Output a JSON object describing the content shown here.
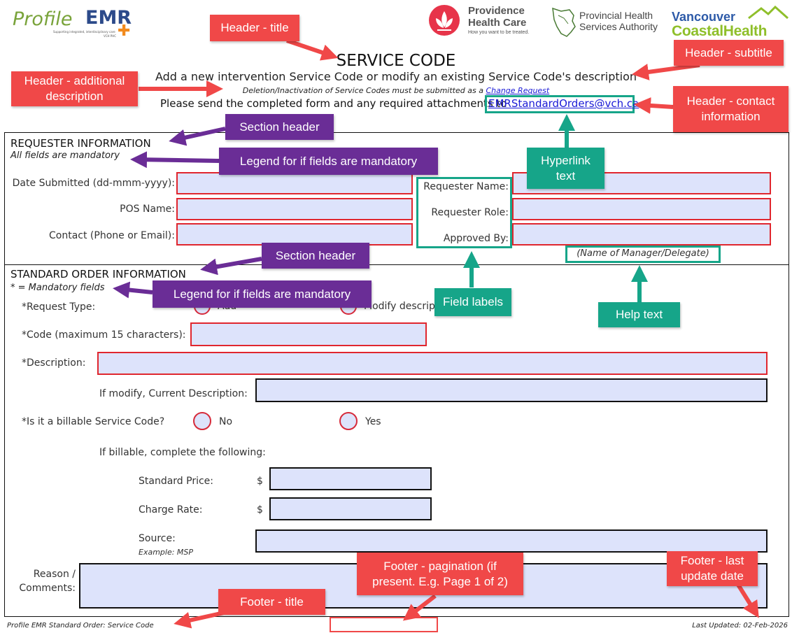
{
  "logos": {
    "profile": {
      "main": "Profile",
      "emr": "EMR",
      "tagline": "Supporting integrated, interdisciplinary care",
      "tagline2": "VCH PHC"
    },
    "providence": {
      "line1": "Providence",
      "line2": "Health Care",
      "tagline": "How you want to be treated."
    },
    "phsa": {
      "line1": "Provincial Health",
      "line2": "Services Authority"
    },
    "vch": {
      "line1": "Vancouver",
      "line2": "CoastalHealth"
    }
  },
  "header": {
    "title": "SERVICE CODE",
    "subtitle": "Add a new intervention Service Code or modify an existing Service Code's description",
    "additional": "Deletion/Inactivation of Service Codes must be submitted as a",
    "additional_link": "Change Request",
    "contact": "Please send the completed form and any required attachments to",
    "contact_link": "EMRStandardOrders@vch.ca"
  },
  "requester": {
    "header": "REQUESTER INFORMATION",
    "legend": "All fields are mandatory",
    "date_label": "Date Submitted (dd-mmm-yyyy):",
    "pos_label": "POS Name:",
    "contact_label": "Contact (Phone or Email):",
    "name_label": "Requester Name:",
    "role_label": "Requester Role:",
    "approved_label": "Approved By:",
    "approved_help": "(Name of Manager/Delegate)"
  },
  "standard": {
    "header": "STANDARD ORDER INFORMATION",
    "legend": "* = Mandatory fields",
    "request_type_label": "*Request Type:",
    "opt_add": "Add",
    "opt_modify": "Modify description",
    "code_label": "*Code (maximum 15 characters):",
    "desc_label": "*Description:",
    "current_desc_label": "If modify, Current Description:",
    "billable_label": "*Is it a billable Service Code?",
    "opt_no": "No",
    "opt_yes": "Yes",
    "billable_note": "If billable, complete the following:",
    "price_label": "Standard Price:",
    "rate_label": "Charge Rate:",
    "currency": "$",
    "source_label": "Source:",
    "source_example": "Example: MSP",
    "reason_label1": "Reason /",
    "reason_label2": "Comments:"
  },
  "footer": {
    "title": "Profile EMR Standard Order: Service Code",
    "updated": "Last Updated: 02-Feb-2026"
  },
  "callouts": {
    "header_title": "Header - title",
    "header_subtitle": "Header - subtitle",
    "header_additional": "Header - additional description",
    "header_contact": "Header - contact information",
    "section_header_1": "Section header",
    "legend_1": "Legend for if fields are mandatory",
    "hyperlink": "Hyperlink text",
    "section_header_2": "Section header",
    "legend_2": "Legend for if fields are mandatory",
    "field_labels": "Field labels",
    "help_text": "Help text",
    "footer_pagination": "Footer - pagination (if present. E.g. Page 1 of 2)",
    "footer_last_update": "Footer - last update date",
    "footer_title": "Footer - title"
  },
  "colors": {
    "callout_red": "#f04848",
    "callout_purple": "#6a2d96",
    "callout_green": "#16a589",
    "field_fill": "#dde3fb",
    "required_border": "#e0262e",
    "link": "#1a1ad6"
  }
}
